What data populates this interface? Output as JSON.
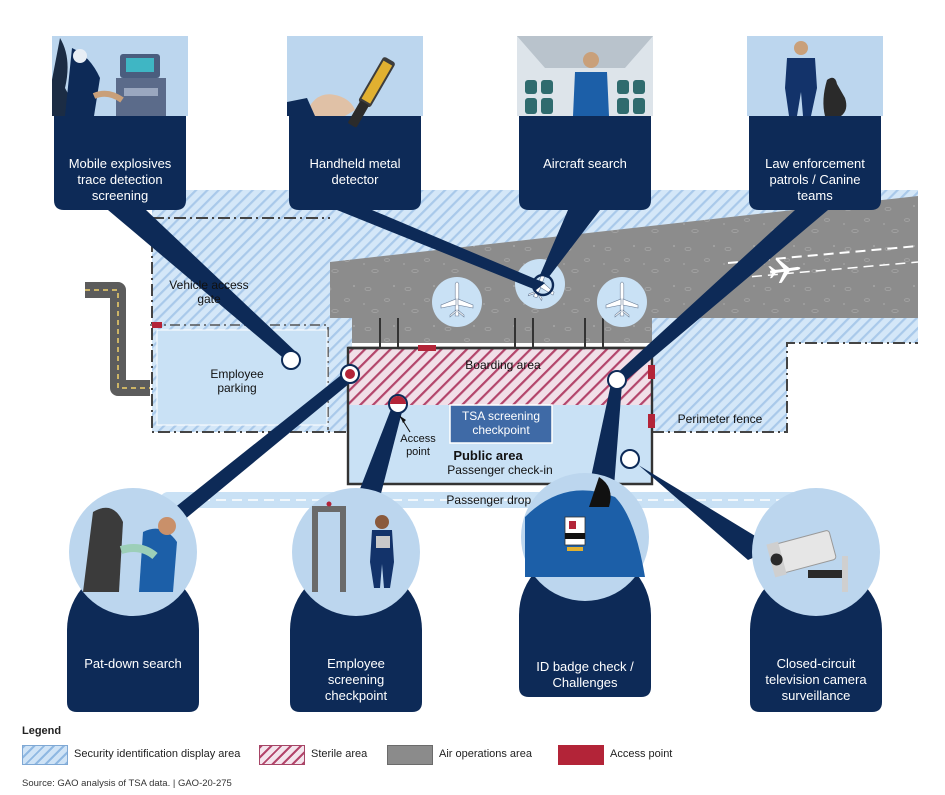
{
  "labels": {
    "vehicle_gate": [
      "Vehicle access",
      "gate"
    ],
    "employee_parking": [
      "Employee",
      "parking"
    ],
    "boarding_area": "Boarding area",
    "tsa_checkpoint": [
      "TSA screening",
      "checkpoint"
    ],
    "access_point": [
      "Access",
      "point"
    ],
    "public_area": "Public area",
    "passenger_checkin": "Passenger check-in",
    "perimeter_fence": "Perimeter fence",
    "passenger_dropoff": "Passenger drop off"
  },
  "callouts": [
    {
      "id": "mobile-explosives",
      "text": [
        "Mobile explosives",
        "trace detection",
        "screening"
      ],
      "icon": "explosives-trace-scanner-icon"
    },
    {
      "id": "handheld-metal",
      "text": [
        "Handheld metal",
        "detector"
      ],
      "icon": "metal-detector-wand-icon"
    },
    {
      "id": "aircraft-search",
      "text": [
        "Aircraft search"
      ],
      "icon": "aircraft-cabin-search-icon"
    },
    {
      "id": "law-enforcement",
      "text": [
        "Law enforcement",
        "patrols / Canine",
        "teams"
      ],
      "icon": "officer-with-dog-icon"
    },
    {
      "id": "pat-down",
      "text": [
        "Pat-down search"
      ],
      "icon": "pat-down-icon"
    },
    {
      "id": "employee-screening",
      "text": [
        "Employee",
        "screening",
        "checkpoint"
      ],
      "icon": "walkthrough-detector-icon"
    },
    {
      "id": "id-badge",
      "text": [
        "ID badge check /",
        "Challenges"
      ],
      "icon": "id-badge-icon"
    },
    {
      "id": "cctv",
      "text": [
        "Closed-circuit",
        "television camera",
        "surveillance"
      ],
      "icon": "cctv-camera-icon"
    }
  ],
  "legend": {
    "title": "Legend",
    "items": [
      {
        "label": "Security identification display area",
        "color": "#cfe3f6"
      },
      {
        "label": "Sterile area",
        "color": "#b3456b"
      },
      {
        "label": "Air operations area",
        "color": "#8b8b8b"
      },
      {
        "label": "Access point",
        "color": "#b32438"
      }
    ]
  },
  "source": "Source: GAO analysis of TSA data.  |  GAO-20-275",
  "colors": {
    "navy": "#0d2a57",
    "sida_fill": "#cfe3f6",
    "sterile": "#b3456b",
    "airops": "#8b8b8b",
    "access": "#b32438",
    "building": "#c9e1f5"
  }
}
